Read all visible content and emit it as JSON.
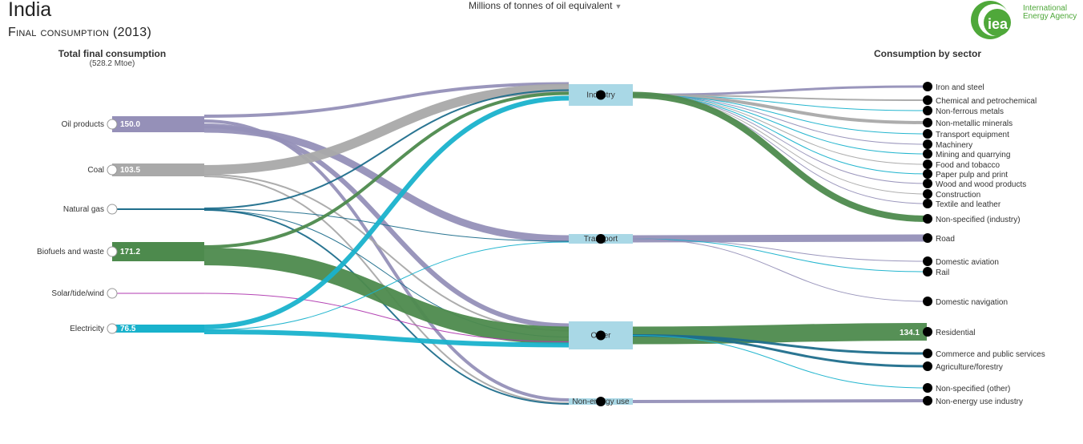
{
  "header": {
    "country": "India",
    "subtitle": "Final consumption (2013)",
    "unit_selector": "Millions of tonnes of oil equivalent"
  },
  "logo": {
    "mark": "iea",
    "line1": "International",
    "line2": "Energy Agency"
  },
  "left_column": {
    "title": "Total final consumption",
    "subtitle": "(528.2 Mtoe)"
  },
  "right_column": {
    "title": "Consumption by sector"
  },
  "colors": {
    "oil": "#9590b8",
    "coal": "#a9a9a9",
    "gas": "#1f6e8c",
    "biofuels": "#4d8a4d",
    "solar": "#b03ab0",
    "electricity": "#19b2cc",
    "hub": "#a9d8e6"
  },
  "sources": [
    {
      "id": "oil",
      "label": "Oil products",
      "value": "150.0"
    },
    {
      "id": "coal",
      "label": "Coal",
      "value": "103.5"
    },
    {
      "id": "gas",
      "label": "Natural gas",
      "value": ""
    },
    {
      "id": "biofuels",
      "label": "Biofuels and waste",
      "value": "171.2"
    },
    {
      "id": "solar",
      "label": "Solar/tide/wind",
      "value": ""
    },
    {
      "id": "electricity",
      "label": "Electricity",
      "value": "76.5"
    }
  ],
  "hubs": [
    {
      "id": "industry",
      "label": "Industry"
    },
    {
      "id": "transport",
      "label": "Transport"
    },
    {
      "id": "other",
      "label": "Other"
    },
    {
      "id": "nonenergy",
      "label": "Non-energy use"
    }
  ],
  "sectors": [
    {
      "label": "Iron and steel",
      "value": ""
    },
    {
      "label": "Chemical and petrochemical",
      "value": ""
    },
    {
      "label": "Non-ferrous metals",
      "value": ""
    },
    {
      "label": "Non-metallic minerals",
      "value": ""
    },
    {
      "label": "Transport equipment",
      "value": ""
    },
    {
      "label": "Machinery",
      "value": ""
    },
    {
      "label": "Mining and quarrying",
      "value": ""
    },
    {
      "label": "Food and tobacco",
      "value": ""
    },
    {
      "label": "Paper pulp and print",
      "value": ""
    },
    {
      "label": "Wood and wood products",
      "value": ""
    },
    {
      "label": "Construction",
      "value": ""
    },
    {
      "label": "Textile and leather",
      "value": ""
    },
    {
      "label": "Non-specified (industry)",
      "value": ""
    },
    {
      "label": "Road",
      "value": ""
    },
    {
      "label": "Domestic aviation",
      "value": ""
    },
    {
      "label": "Rail",
      "value": ""
    },
    {
      "label": "Domestic navigation",
      "value": ""
    },
    {
      "label": "Residential",
      "value": "134.1"
    },
    {
      "label": "Commerce and public services",
      "value": ""
    },
    {
      "label": "Agriculture/forestry",
      "value": ""
    },
    {
      "label": "Non-specified (other)",
      "value": ""
    },
    {
      "label": "Non-energy use industry",
      "value": ""
    }
  ]
}
